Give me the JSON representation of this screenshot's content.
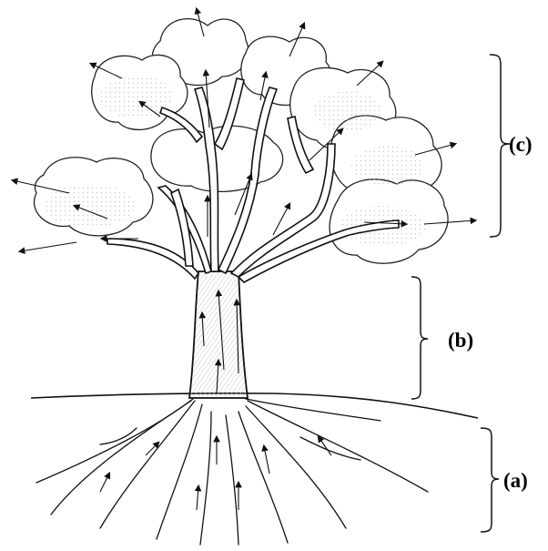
{
  "diagram": {
    "subject": "tree",
    "labels": {
      "canopy": "(c)",
      "trunk": "(b)",
      "roots": "(a)"
    },
    "colors": {
      "ink": "#111111",
      "shade": "#bdbdbd",
      "background": "#ffffff"
    }
  }
}
